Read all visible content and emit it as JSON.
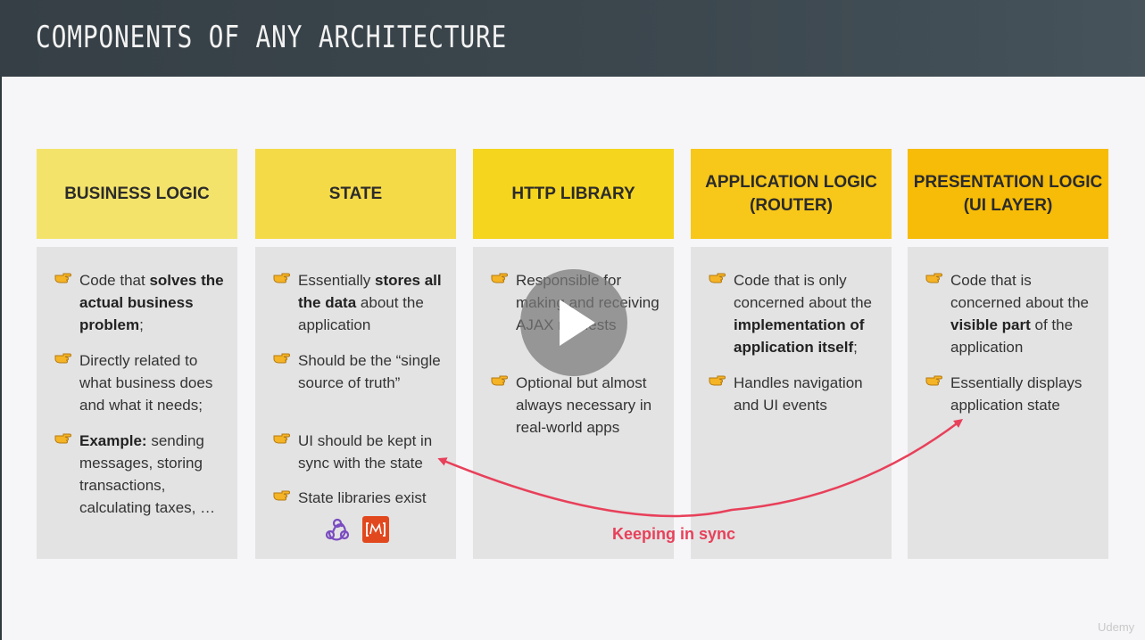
{
  "header": {
    "title": "COMPONENTS OF ANY ARCHITECTURE"
  },
  "columns": [
    {
      "title": "BUSINESS LOGIC",
      "bullets": [
        {
          "parts": [
            {
              "t": "Code that ",
              "b": false
            },
            {
              "t": "solves the actual business problem",
              "b": true
            },
            {
              "t": ";",
              "b": false
            }
          ]
        },
        {
          "parts": [
            {
              "t": "Directly related to what business does and what it needs;",
              "b": false
            }
          ]
        },
        {
          "parts": [
            {
              "t": "Example:",
              "b": true
            },
            {
              "t": " sending messages, storing transactions, calculating taxes, …",
              "b": false
            }
          ]
        }
      ]
    },
    {
      "title": "STATE",
      "bullets": [
        {
          "parts": [
            {
              "t": "Essentially ",
              "b": false
            },
            {
              "t": "stores all the data",
              "b": true
            },
            {
              "t": " about the application",
              "b": false
            }
          ]
        },
        {
          "parts": [
            {
              "t": "Should be the “single source of truth”",
              "b": false
            }
          ]
        },
        {
          "parts": [
            {
              "t": "UI should be kept in sync with the state",
              "b": false
            }
          ]
        },
        {
          "parts": [
            {
              "t": "State libraries exist",
              "b": false
            }
          ]
        }
      ]
    },
    {
      "title": "HTTP LIBRARY",
      "bullets": [
        {
          "parts": [
            {
              "t": "Responsible for making and receiving AJAX requests",
              "b": false
            }
          ]
        },
        {
          "parts": [
            {
              "t": "Optional but almost always necessary in real-world apps",
              "b": false
            }
          ]
        }
      ]
    },
    {
      "title": "APPLICATION LOGIC\n(ROUTER)",
      "bullets": [
        {
          "parts": [
            {
              "t": "Code that is only concerned about the ",
              "b": false
            },
            {
              "t": "implementation of application itself",
              "b": true
            },
            {
              "t": ";",
              "b": false
            }
          ]
        },
        {
          "parts": [
            {
              "t": "Handles navigation and UI events",
              "b": false
            }
          ]
        }
      ]
    },
    {
      "title": "PRESENTATION LOGIC\n(UI LAYER)",
      "bullets": [
        {
          "parts": [
            {
              "t": "Code that is concerned about the ",
              "b": false
            },
            {
              "t": "visible part",
              "b": true
            },
            {
              "t": " of the application",
              "b": false
            }
          ]
        },
        {
          "parts": [
            {
              "t": "Essentially displays application state",
              "b": false
            }
          ]
        }
      ]
    }
  ],
  "sync_label": "Keeping in sync",
  "watermark": "Udemy",
  "icons": {
    "bullet": "pointing-hand-icon",
    "state_logos": [
      "redux-logo-icon",
      "mobx-logo-icon"
    ],
    "video": "play-icon"
  },
  "colors": {
    "header_bg": "#3a454c",
    "head_colors": [
      "#f4e36a",
      "#f5da48",
      "#f5d51e",
      "#f7c71a",
      "#f7bc08"
    ],
    "body_bg": "#e3e3e3",
    "sync_arrow": "#e8405a"
  }
}
